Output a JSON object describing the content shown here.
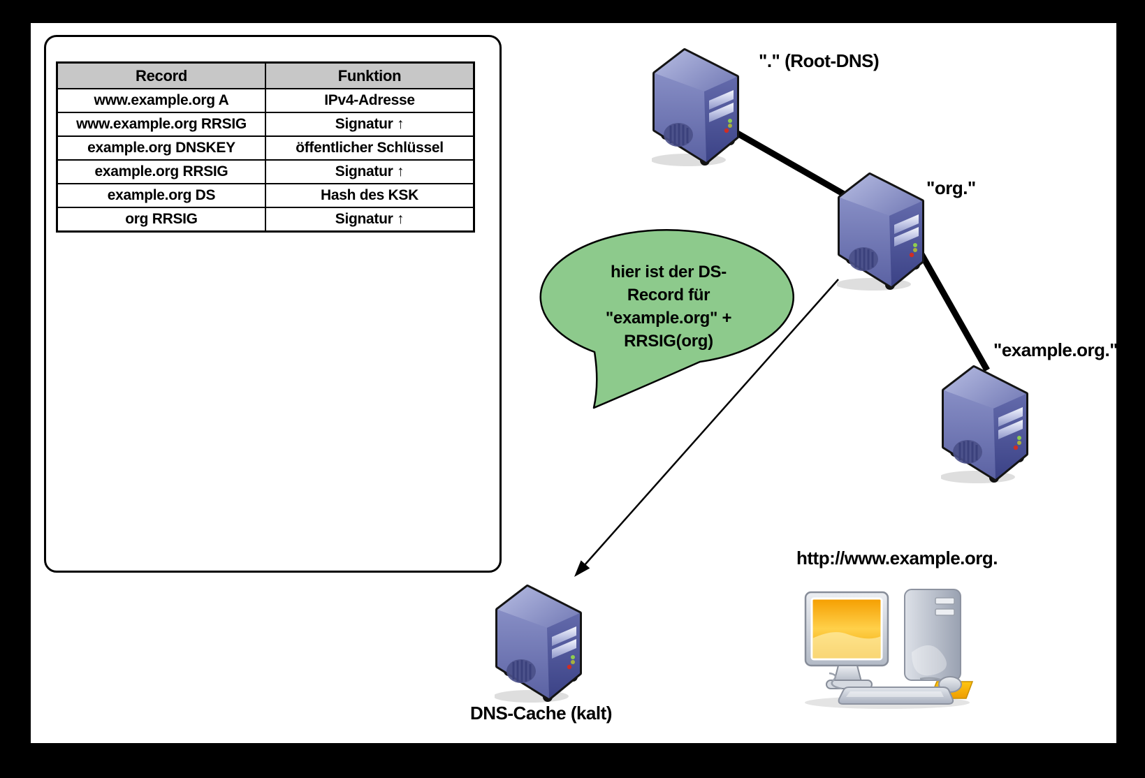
{
  "frame": {
    "background_color": "#000000",
    "content_background": "#ffffff"
  },
  "table": {
    "headers": {
      "record": "Record",
      "funktion": "Funktion"
    },
    "header_bg": "#c7c7c7",
    "rows": [
      {
        "record": "www.example.org A",
        "funktion": "IPv4-Adresse"
      },
      {
        "record": "www.example.org RRSIG",
        "funktion": "Signatur ↑"
      },
      {
        "record": "example.org DNSKEY",
        "funktion": "öffentlicher Schlüssel"
      },
      {
        "record": "example.org RRSIG",
        "funktion": "Signatur ↑"
      },
      {
        "record": "example.org DS",
        "funktion": "Hash des KSK"
      },
      {
        "record": "org RRSIG",
        "funktion": "Signatur ↑"
      }
    ]
  },
  "nodes": {
    "root": {
      "label": "\".\" (Root-DNS)",
      "icon": "server-icon"
    },
    "org": {
      "label": "\"org.\"",
      "icon": "server-icon"
    },
    "example": {
      "label": "\"example.org.\"",
      "icon": "server-icon"
    },
    "cache": {
      "label": "DNS-Cache (kalt)",
      "icon": "server-icon"
    },
    "client": {
      "label": "http://www.example.org.",
      "icon": "desktop-computer-icon"
    }
  },
  "speech_bubble": {
    "lines": [
      "hier ist der DS-",
      "Record für",
      "\"example.org\" +",
      "RRSIG(org)"
    ],
    "fill_color": "#8dca8c",
    "border_color": "#000000"
  },
  "colors": {
    "server_top": "#9aa1d2",
    "server_front": "#7b82b9",
    "server_side": "#454c91",
    "connection_line": "#000000",
    "screen_orange": "#f8a600",
    "mousepad_orange": "#f2a60a"
  }
}
